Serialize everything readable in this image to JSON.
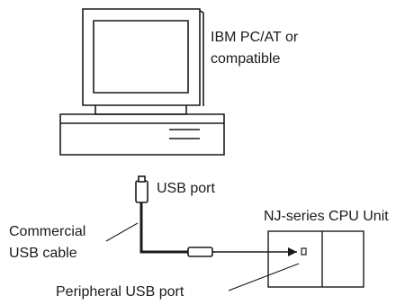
{
  "computer": {
    "label_line1": "IBM PC/AT or",
    "label_line2": "compatible"
  },
  "usb_port": {
    "label": "USB port"
  },
  "cable": {
    "label_line1": "Commercial",
    "label_line2": "USB cable"
  },
  "cpu_unit": {
    "label": "NJ-series CPU Unit"
  },
  "peripheral_port": {
    "label": "Peripheral USB port"
  },
  "colors": {
    "line": "#1a1a1a",
    "face": "#f2f2f2"
  }
}
